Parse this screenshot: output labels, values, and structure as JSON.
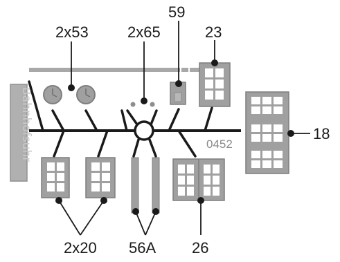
{
  "diagram": {
    "side_label": "Bahnhofsuhr",
    "code": "0452",
    "labels": {
      "top_a": "2x53",
      "top_b": "2x65",
      "top_c": "59",
      "top_d": "23",
      "right": "18",
      "bottom_a": "2x20",
      "bottom_b": "56A",
      "bottom_c": "26"
    }
  },
  "colors": {
    "part_fill": "#9d9d9d",
    "part_dark": "#8a8a8a",
    "window_fill": "#ffffff",
    "line": "#1a1a1a"
  }
}
